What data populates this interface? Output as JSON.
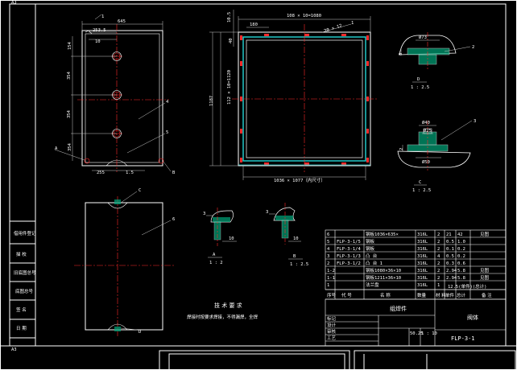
{
  "sheet": {
    "size_top": "A3",
    "size_bottom": "A3"
  },
  "colors": {
    "background": "#000000",
    "line": "#ffffff",
    "center": "#ff2a2a",
    "cyan": "#23c8c8",
    "hatch": "#00a67a",
    "dim": "#c8c8c8"
  },
  "plate_top": {
    "width_dim": "645",
    "edge_dim": "1",
    "offset1": "253.5",
    "offset2": "10",
    "pitch1": "354",
    "pitch2": "354",
    "pitch3": "354",
    "top_pitch": "154",
    "bottom_left": "255",
    "bottom_mid": "1.5",
    "tags": {
      "a": "A",
      "b": "B",
      "part4": "4",
      "part5": "5"
    }
  },
  "frame_view": {
    "top_dim": "108 × 10=1080",
    "left_dim": "112 × 10=1120",
    "overall_height": "1187",
    "small_top": "10.5",
    "small_side": "40",
    "offset": "180",
    "chamfer": "20 × 12",
    "inner_dim": "1036 × 1077（内尺寸）",
    "tag": "1"
  },
  "detail_d": {
    "dim1": "Ø73",
    "dim2": "8",
    "tag": "2",
    "label": "D",
    "scale": "1 : 2.5"
  },
  "detail_c": {
    "dim1": "Ø40",
    "dim2": "Ø25",
    "dim3": "Ø50",
    "dim4": "2",
    "tag": "3",
    "label": "C",
    "scale": "1 : 2.5"
  },
  "plate_bottom": {
    "tag_c": "C",
    "tag_d": "D",
    "part6": "6"
  },
  "detail_a": {
    "dim1": "3",
    "dim2": "10",
    "label": "A",
    "scale": "1 : 2"
  },
  "detail_b": {
    "dim1": "3",
    "dim2": "10",
    "label": "B",
    "scale": "1 : 2.5"
  },
  "notes": {
    "title": "技 术 要 求",
    "body": "焊接时按要求焊接，不得漏焊，全焊"
  },
  "left_strip": [
    "借用件登记",
    "描 校",
    "旧底图总号",
    "底图总号",
    "签 名",
    "日 期"
  ],
  "bom": [
    {
      "no": "6",
      "code": "",
      "name": "钢板1036×635×",
      "qty": "",
      "mat": "316L",
      "n": "2",
      "w1": "21",
      "w2": "42",
      "note": "见图"
    },
    {
      "no": "5",
      "code": "FLP-3-1/5",
      "name": "钢板",
      "qty": "",
      "mat": "316L",
      "n": "2",
      "w1": "0.5",
      "w2": "1.0",
      "note": ""
    },
    {
      "no": "4",
      "code": "FLP-3-1/4",
      "name": "钢板",
      "qty": "",
      "mat": "316L",
      "n": "2",
      "w1": "0.1",
      "w2": "0.2",
      "note": ""
    },
    {
      "no": "3",
      "code": "FLP-3-1/3",
      "name": "凸 台",
      "qty": "",
      "mat": "316L",
      "n": "4",
      "w1": "0.5",
      "w2": "0.2",
      "note": ""
    },
    {
      "no": "2",
      "code": "FLP-3-1/2",
      "name": "凸 台 1",
      "qty": "",
      "mat": "316L",
      "n": "2",
      "w1": "0.3",
      "w2": "0.6",
      "note": ""
    },
    {
      "no": "1-2",
      "code": "",
      "name": "钢板1080×36×10",
      "qty": "",
      "mat": "316L",
      "n": "2",
      "w1": "2.94",
      "w2": "5.8",
      "note": "见图"
    },
    {
      "no": "1-1",
      "code": "",
      "name": "钢板1211×36×10",
      "qty": "",
      "mat": "316L",
      "n": "2",
      "w1": "2.94",
      "w2": "5.8",
      "note": "见图"
    },
    {
      "no": "1",
      "code": "",
      "name": "法兰盘",
      "qty": "",
      "mat": "316L",
      "n": "1",
      "w1": "",
      "w2": "",
      "note": ""
    }
  ],
  "title_block": {
    "header": [
      "序号",
      "代 号",
      "名 称",
      "数量",
      "材 料",
      "单件",
      "总计",
      "备 注"
    ],
    "weight_header": "12.5(单件)(总计)",
    "assembly": "组焊件",
    "part_name": "阀体",
    "drawing_no": "FLP-3-1",
    "weight": "50.25",
    "scale": "1 : 10",
    "row_labels": [
      "标记",
      "设计",
      "审核",
      "工艺"
    ]
  }
}
